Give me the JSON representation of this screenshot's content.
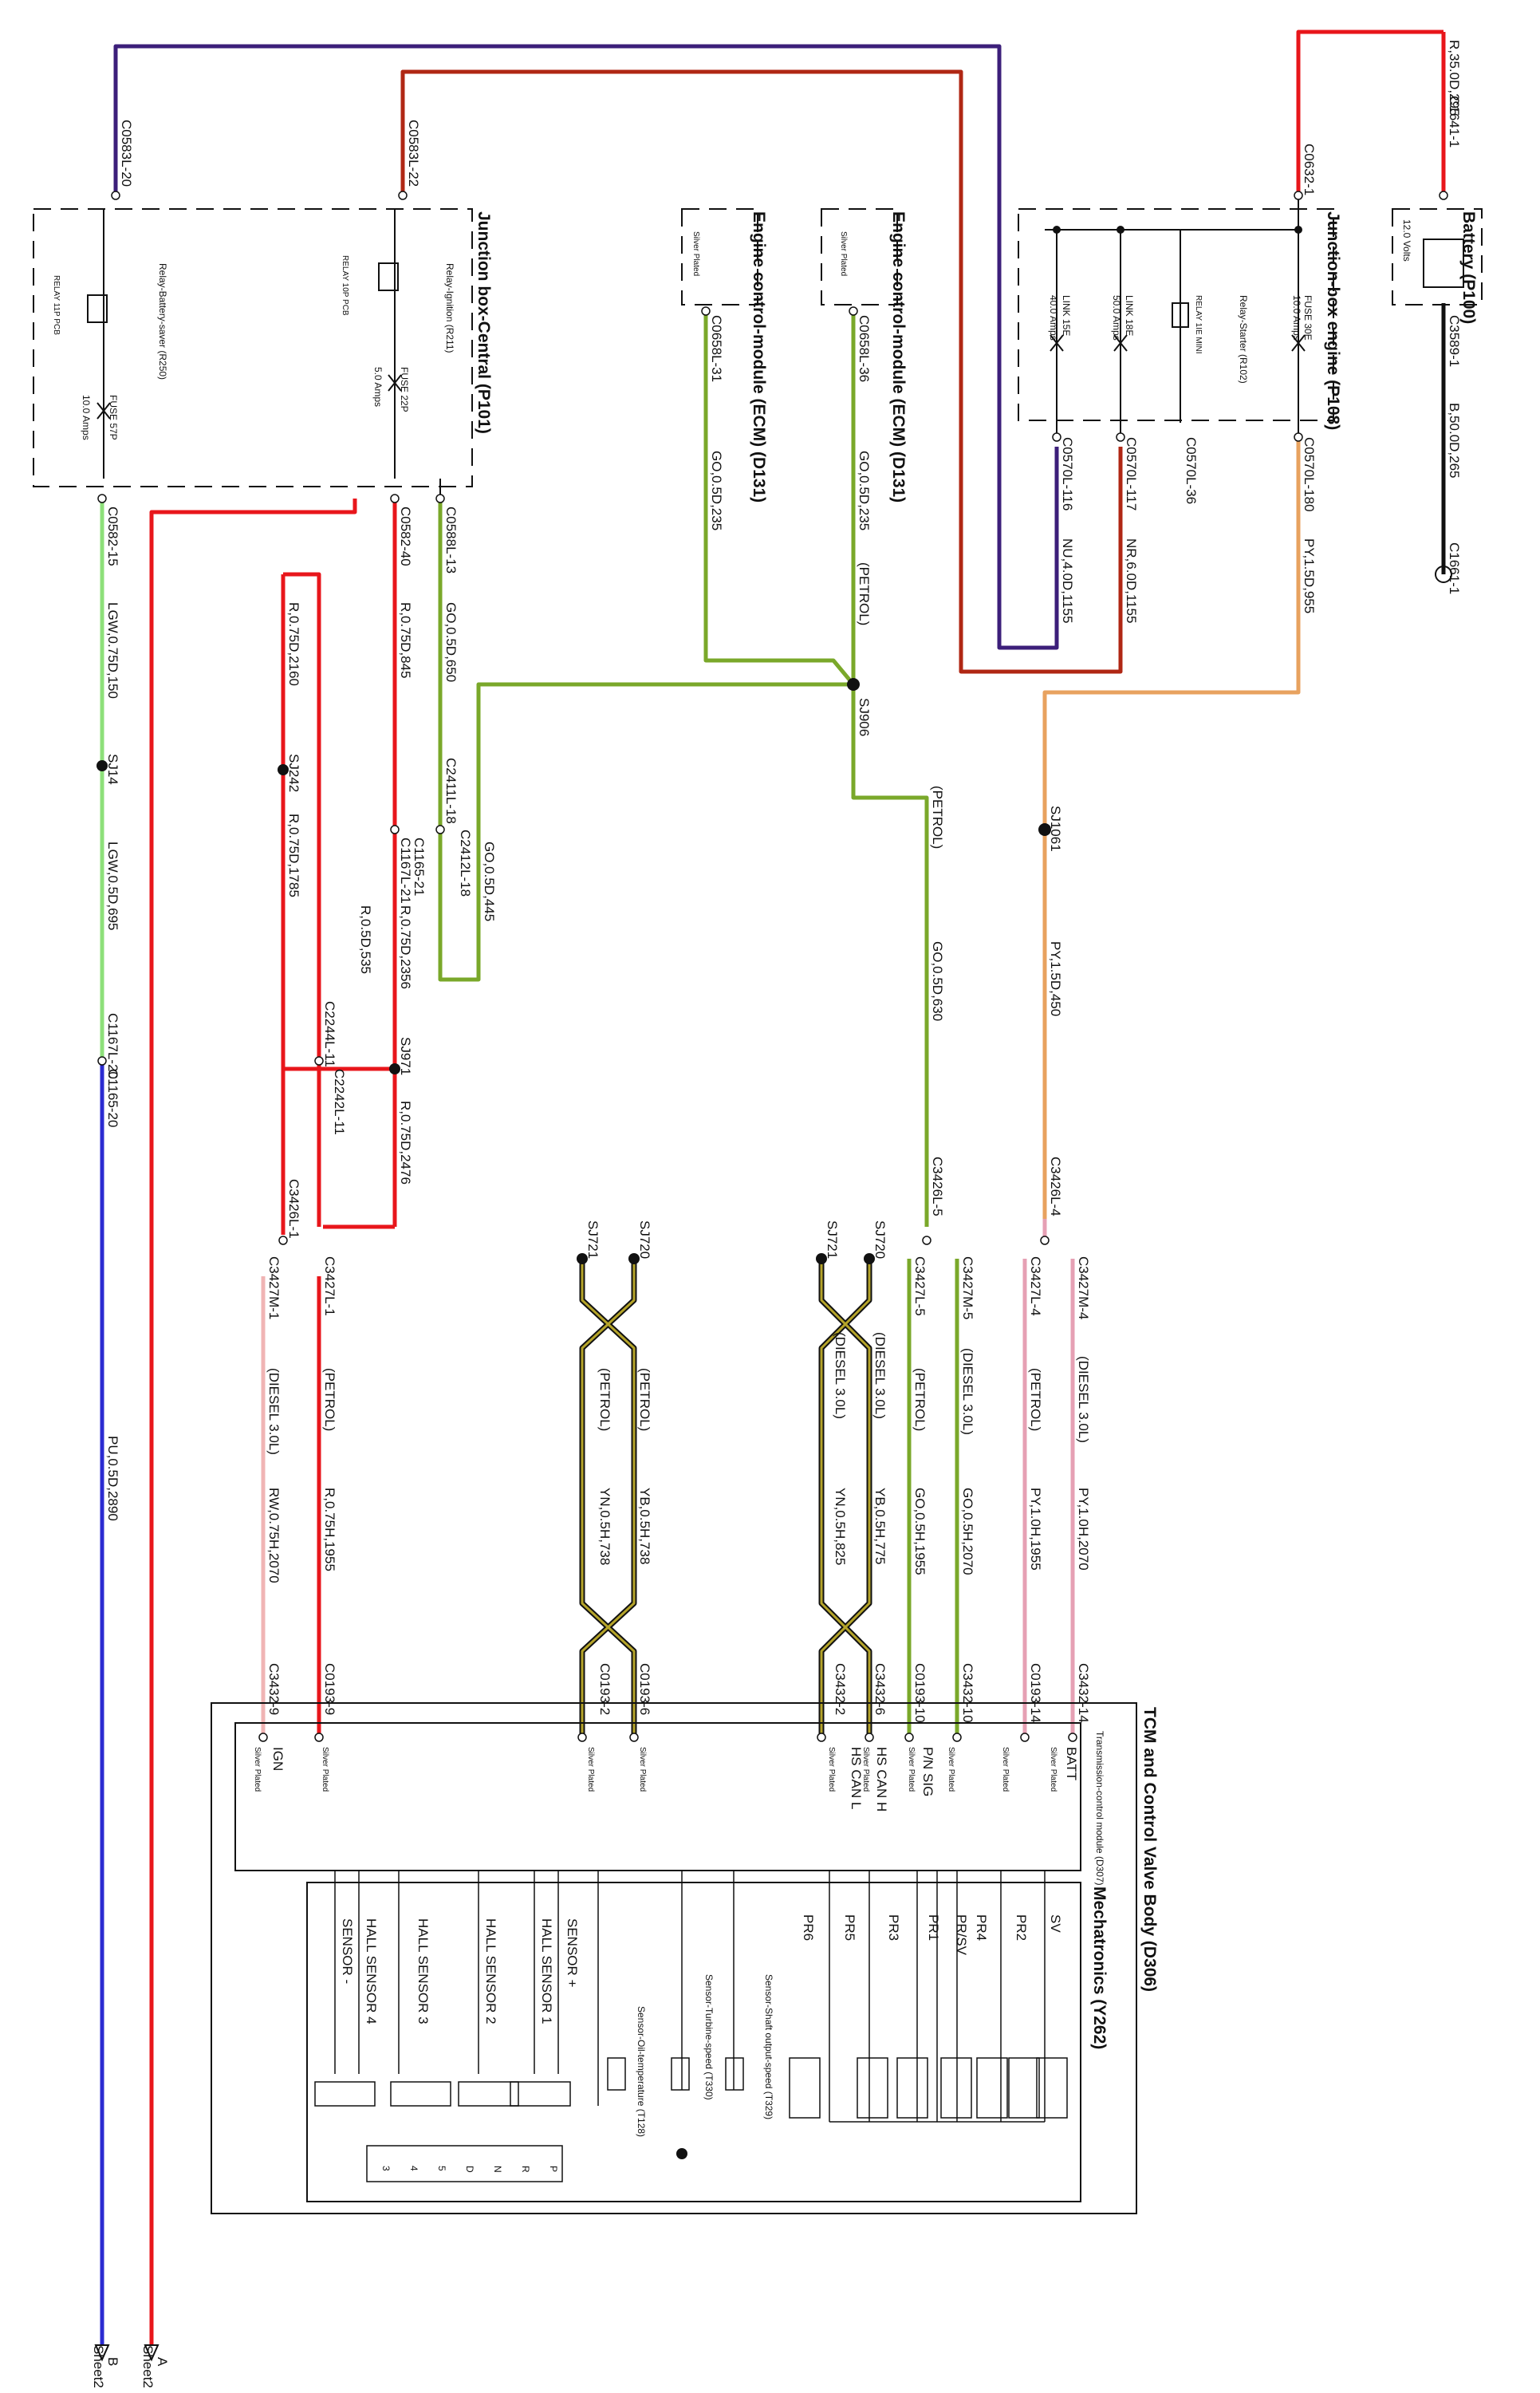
{
  "battery": {
    "title": "Battery (P100)",
    "volts": "12.0 Volts",
    "c1641": "C1641-1",
    "c3589": "C3589-1",
    "c1661": "C1661-1",
    "wire_top": "R,35.0D,295",
    "wire_bottom": "B,50.0D,265"
  },
  "jb_engine": {
    "title": "Junction-box engine (P108)",
    "c0632": "C0632-1",
    "fuse_name": "FUSE 30E",
    "fuse_amps": "10.0 Amps",
    "relay_name": "Relay-Starter (R102)",
    "relay_tag": "RELAY 1IE MINI",
    "link18_name": "LINK 18E",
    "link18_amps": "50.0 Amps",
    "link15_name": "LINK 15E",
    "link15_amps": "40.0 Amps",
    "c180": "C0570L-180",
    "c36": "C0570L-36",
    "c117": "C0570L-117",
    "c116": "C0570L-116",
    "wire_py": "PY,1.5D,955",
    "wire_nr": "NR,6.0D,1155",
    "wire_nu": "NU,4.0D,1155"
  },
  "jb_central": {
    "title": "Junction box-Central (P101)",
    "c20": "C0583L-20",
    "c22": "C0583L-22",
    "relay_bs_name": "Relay-Battery-saver (R250)",
    "relay_bs_tag": "RELAY 11P PCB",
    "relay_ig_name": "Relay-Ignition (R211)",
    "relay_ig_tag": "RELAY 10P PCB",
    "fuse57_name": "FUSE 57P",
    "fuse57_amps": "10.0 Amps",
    "fuse22_name": "FUSE 22P",
    "fuse22_amps": "5.0 Amps",
    "c15": "C0582-15",
    "c40": "C0582-40",
    "c13": "C0588L-13"
  },
  "ecm1": {
    "title": "Engine control-module (ECM) (D131)",
    "plating": "Silver Plated",
    "conn": "C0658L-31",
    "wire": "GO,0.5D,235"
  },
  "ecm2": {
    "title": "Engine control-module (ECM) (D131)",
    "plating": "Silver Plated",
    "conn": "C0658L-36",
    "wire": "GO,0.5D,235",
    "variant": "(PETROL)"
  },
  "splices": {
    "sj906": "SJ906",
    "sj1061": "SJ1061",
    "sj14": "SJ14",
    "sj242": "SJ242",
    "sj971": "SJ971",
    "sj720a": "SJ720",
    "sj721a": "SJ721",
    "sj720b": "SJ720",
    "sj721b": "SJ721"
  },
  "wires": {
    "go630": "GO,0.5D,630",
    "petrol": "(PETROL)",
    "py450": "PY,1.5D,450",
    "lgw150": "LGW,0.75D,150",
    "lgw695": "LGW,0.5D,695",
    "go650": "GO,0.5D,650",
    "go445": "GO,0.5D,445",
    "r845": "R,0.75D,845",
    "r2160": "R,0.75D,2160",
    "r1785": "R,0.75D,1785",
    "r535": "R,0.5D,535",
    "r2356": "R,0.75D,2356",
    "r2476": "R,0.75D,2476",
    "pu2890": "PU,0.5D,2890",
    "r1955": "R,0.75H,1955",
    "rw2070": "RW,0.75H,2070",
    "yb738": "YB,0.5H,738",
    "yn738": "YN,0.5H,738",
    "yb775": "YB,0.5H,775",
    "yn825": "YN,0.5H,825",
    "go1955": "GO,0.5H,1955",
    "go2070": "GO,0.5H,2070",
    "py1955": "PY,1.0H,1955",
    "py2070": "PY,1.0H,2070",
    "diesel": "(DIESEL 3.0L)"
  },
  "connectors": {
    "c1167_21": "C1167L-21",
    "c1165_21": "C1165-21",
    "c2411_18": "C2411L-18",
    "c2412_18": "C2412L-18",
    "c1167_20": "C1167L-20",
    "c1165_20": "C1165-20",
    "c2244_11": "C2244L-11",
    "c2242_11": "C2242L-11",
    "c3426_1": "C3426L-1",
    "c3426_5": "C3426L-5",
    "c3426_4": "C3426L-4",
    "c3427m_1": "C3427M-1",
    "c3427l_1": "C3427L-1",
    "c3427l_5": "C3427L-5",
    "c3427m_5": "C3427M-5",
    "c3427l_4": "C3427L-4",
    "c3427m_4": "C3427M-4",
    "c0193_9": "C0193-9",
    "c3432_9": "C3432-9",
    "c0193_6": "C0193-6",
    "c0193_2": "C0193-2",
    "c3432_6": "C3432-6",
    "c3432_2": "C3432-2",
    "c0193_10": "C0193-10",
    "c3432_10": "C3432-10",
    "c0193_14": "C0193-14",
    "c3432_14": "C3432-14"
  },
  "tcm": {
    "title": "TCM and Control Valve Body (D306)",
    "module": "Transmission-control module (D307)",
    "plating": "Silver Plated",
    "batt": "BATT",
    "ign": "IGN",
    "pn_sig": "P/N SIG",
    "hs_can_h": "HS CAN H",
    "hs_can_l": "HS CAN L"
  },
  "mech": {
    "title": "Mechatronics (Y262)",
    "sv": "SV",
    "pr2": "PR2",
    "pr4": "PR4",
    "prsv": "PR/SV",
    "pr1": "PR1",
    "pr3": "PR3",
    "pr5": "PR5",
    "pr6": "PR6",
    "shaft": "Sensor-Shaft output-speed (T329)",
    "turbine": "Sensor-Turbine-speed (T330)",
    "oiltemp": "Sensor-Oil-temperature (T128)",
    "sensor_plus": "SENSOR +",
    "hall1": "HALL SENSOR 1",
    "hall2": "HALL SENSOR 2",
    "hall3": "HALL SENSOR 3",
    "hall4": "HALL SENSOR 4",
    "sensor_minus": "SENSOR -",
    "pos_p": "P",
    "pos_r": "R",
    "pos_n": "N",
    "pos_d": "D",
    "pos_5": "5",
    "pos_4": "4",
    "pos_3": "3"
  },
  "sheet": {
    "a": "A",
    "b": "B",
    "sheet_a": "Sheet2",
    "sheet_b": "Sheet2"
  },
  "colors": {
    "red": "#e8161b",
    "dark_red": "#b02714",
    "purple": "#3c1f7a",
    "blue": "#2b2bd1",
    "green": "#7aa82a",
    "light_green": "#8de07a",
    "peach": "#e8a25f",
    "pink": "#e6a0b4",
    "yellow_brown": "#9b8a1c",
    "black": "#111111"
  }
}
